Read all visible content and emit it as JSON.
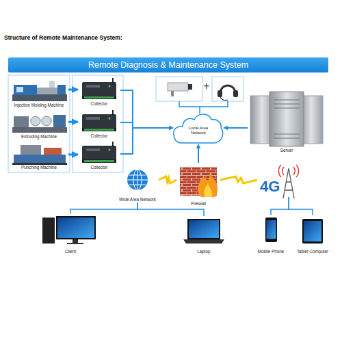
{
  "diagram": {
    "title": "Structure of Remote Maintenance System:",
    "nodes": [
      {
        "text": [
          "Remote Diagnosis & Maintenance System"
        ]
      },
      {
        "text": [
          "Injection Molding Machine"
        ]
      },
      {
        "text": [
          "Extruding Machine"
        ]
      },
      {
        "text": [
          "Punching Machine"
        ]
      },
      {
        "text": [
          "Collector"
        ]
      },
      {
        "text": [
          "Collector"
        ]
      },
      {
        "text": [
          "Collector"
        ]
      },
      {
        "text": [
          "Local Area Network"
        ]
      },
      {
        "text": [
          "Server"
        ]
      },
      {
        "text": [
          "Wide Area Network"
        ]
      },
      {
        "text": [
          "Firewall"
        ]
      },
      {
        "text": [
          "4G"
        ]
      },
      {
        "text": [
          "Client"
        ]
      },
      {
        "text": [
          "Laptop"
        ]
      },
      {
        "text": [
          "Mobile Phone"
        ]
      },
      {
        "text": [
          "Tablet Computer"
        ]
      }
    ],
    "edges": [
      {
        "from": 1,
        "to": 4,
        "arrow": "to"
      },
      {
        "from": 2,
        "to": 5,
        "arrow": "to"
      },
      {
        "from": 3,
        "to": 6,
        "arrow": "to"
      },
      {
        "from": 4,
        "to": 7,
        "arrow": "to"
      },
      {
        "from": 5,
        "to": 7,
        "arrow": "to"
      },
      {
        "from": 6,
        "to": 7,
        "arrow": "to"
      },
      {
        "from": 8,
        "to": 7,
        "arrow": "to"
      },
      {
        "from": 10,
        "to": 7,
        "arrow": "to"
      },
      {
        "from": 9,
        "to": 10,
        "arrow": "none"
      },
      {
        "from": 10,
        "to": 11,
        "arrow": "none"
      },
      {
        "from": 9,
        "to": 12,
        "arrow": "none"
      },
      {
        "from": 9,
        "to": 13,
        "arrow": "none"
      },
      {
        "from": 11,
        "to": 14,
        "arrow": "none"
      },
      {
        "from": 11,
        "to": 15,
        "arrow": "none"
      }
    ],
    "labels": [
      "+"
    ]
  }
}
